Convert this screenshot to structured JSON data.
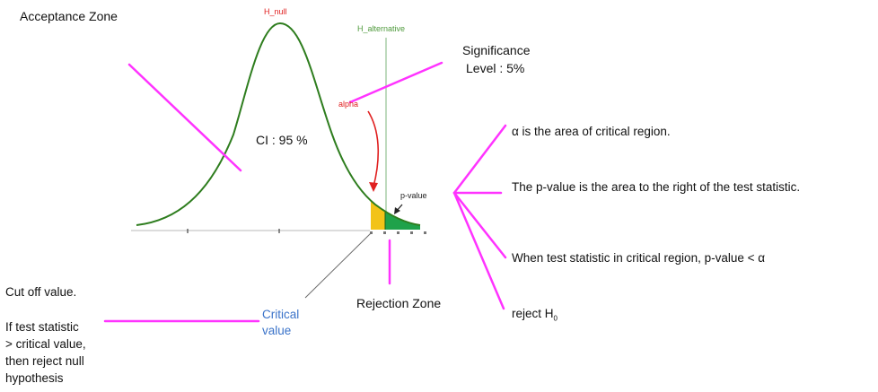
{
  "labels": {
    "acceptance_zone": "Acceptance Zone",
    "h_null": "H_null",
    "h_alternative": "H_alternative",
    "significance_line1": "Significance",
    "significance_line2": "Level : 5%",
    "alpha": "alpha",
    "ci": "CI  : 95 %",
    "p_value": "p-value",
    "rejection_zone": "Rejection Zone",
    "critical_value_line1": "Critical",
    "critical_value_line2": "value",
    "cut_off": "Cut off value.",
    "if_stat_lines": [
      "If test statistic",
      "> critical value,",
      "then reject null",
      "hypothesis"
    ],
    "alpha_desc": "α is the area of critical region.",
    "pvalue_desc": "The p-value is the area to the right of the test statistic.",
    "critical_region_desc": "When test statistic in critical region, p-value < α",
    "reject_prefix": "reject H",
    "reject_sub": "0"
  },
  "colors": {
    "curve": "#2e7d1e",
    "alpha_fill": "#f2c318",
    "pvalue_fill": "#1fa24a",
    "magenta": "#ff33ff",
    "h_alt_line": "#9cc59a",
    "arrow": "#e02020",
    "axis": "#cfcfcf",
    "text_blue": "#3b73c9"
  }
}
